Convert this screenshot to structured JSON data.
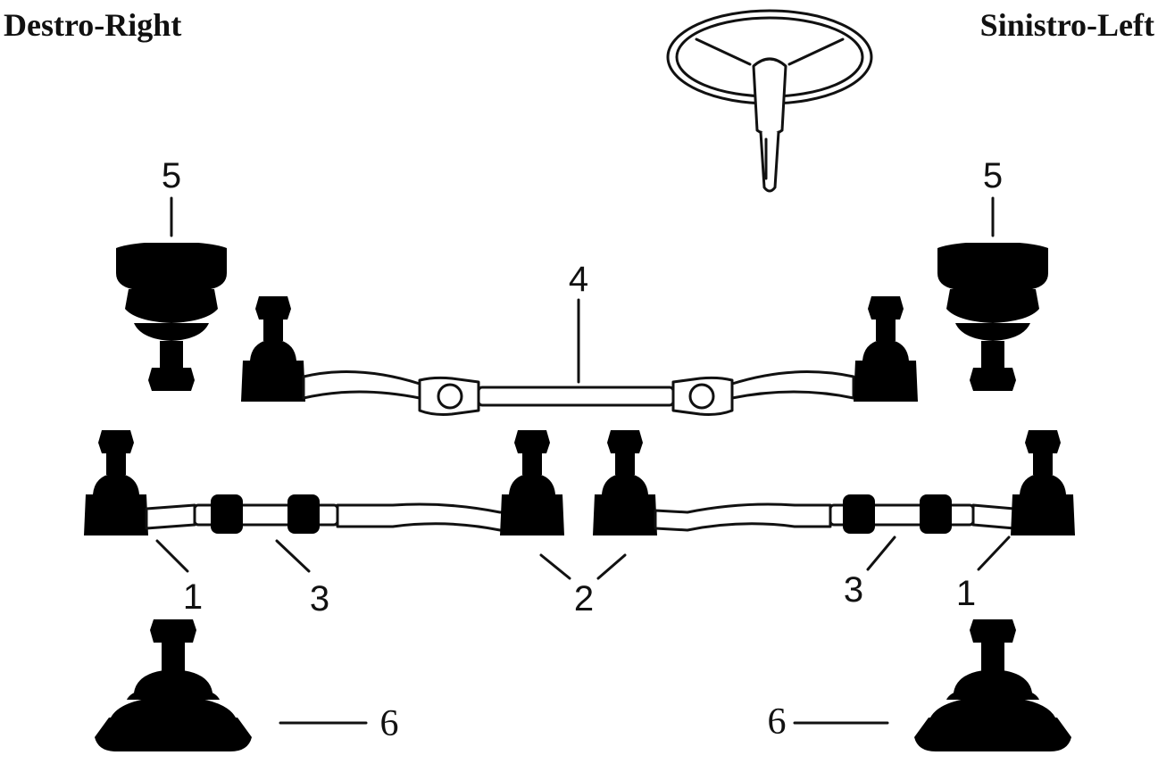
{
  "labels": {
    "right_side": "Destro-Right",
    "left_side": "Sinistro-Left"
  },
  "callouts": {
    "tie_rod_end_right": "1",
    "tie_rod_end_left": "1",
    "inner_tie_rod": "2",
    "adjusting_sleeve_right": "3",
    "adjusting_sleeve_left": "3",
    "center_link": "4",
    "upper_ball_joint_right": "5",
    "upper_ball_joint_left": "5",
    "lower_ball_joint_right": "6",
    "lower_ball_joint_left": "6"
  },
  "colors": {
    "line": "#111111",
    "background": "#ffffff"
  },
  "icons": {
    "steering": "steering-wheel-icon"
  }
}
